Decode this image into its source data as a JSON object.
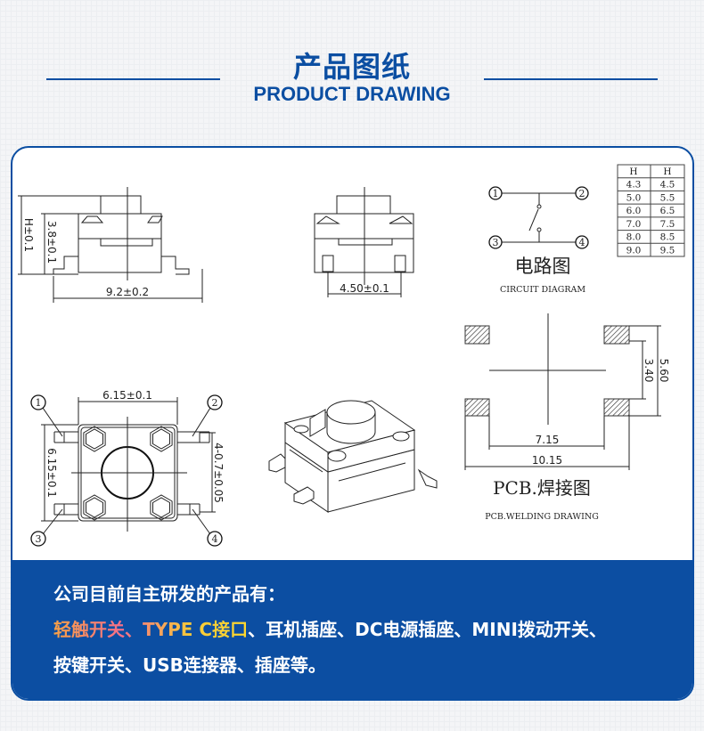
{
  "header": {
    "title_cn": "产品图纸",
    "title_en": "PRODUCT DRAWING"
  },
  "colors": {
    "brand_blue": "#0b4ea2",
    "highlight_gradient": [
      "#f7a146",
      "#f36f8a",
      "#f9c93a"
    ]
  },
  "side_view": {
    "dim_height": "H±0.1",
    "dim_body_height": "3.8±0.1",
    "dim_width": "9.2±0.2"
  },
  "front_view": {
    "dim_width": "4.50±0.1"
  },
  "circuit": {
    "pins": [
      "1",
      "2",
      "3",
      "4"
    ],
    "title_cn": "电路图",
    "title_en": "CIRCUIT DIAGRAM"
  },
  "height_table": {
    "headers": [
      "H",
      "H"
    ],
    "rows": [
      [
        "4.3",
        "4.5"
      ],
      [
        "5.0",
        "5.5"
      ],
      [
        "6.0",
        "6.5"
      ],
      [
        "7.0",
        "7.5"
      ],
      [
        "8.0",
        "8.5"
      ],
      [
        "9.0",
        "9.5"
      ]
    ]
  },
  "top_view": {
    "dim_width": "6.15±0.1",
    "dim_height": "6.15±0.1",
    "dim_pin": "4-0.7±0.05",
    "pins": [
      "1",
      "2",
      "3",
      "4"
    ]
  },
  "pcb": {
    "dim_inner_h": "3.40",
    "dim_outer_h": "5.60",
    "dim_inner_w": "7.15",
    "dim_outer_w": "10.15",
    "title_cn": "PCB.焊接图",
    "title_en": "PCB.WELDING DRAWING"
  },
  "products": {
    "intro": "公司目前自主研发的产品有：",
    "line1_highlight": "轻触开关、TYPE C接口",
    "line1_rest": "、耳机插座、DC电源插座、MINI拨动开关、",
    "line2": "按键开关、USB连接器、插座等。"
  }
}
